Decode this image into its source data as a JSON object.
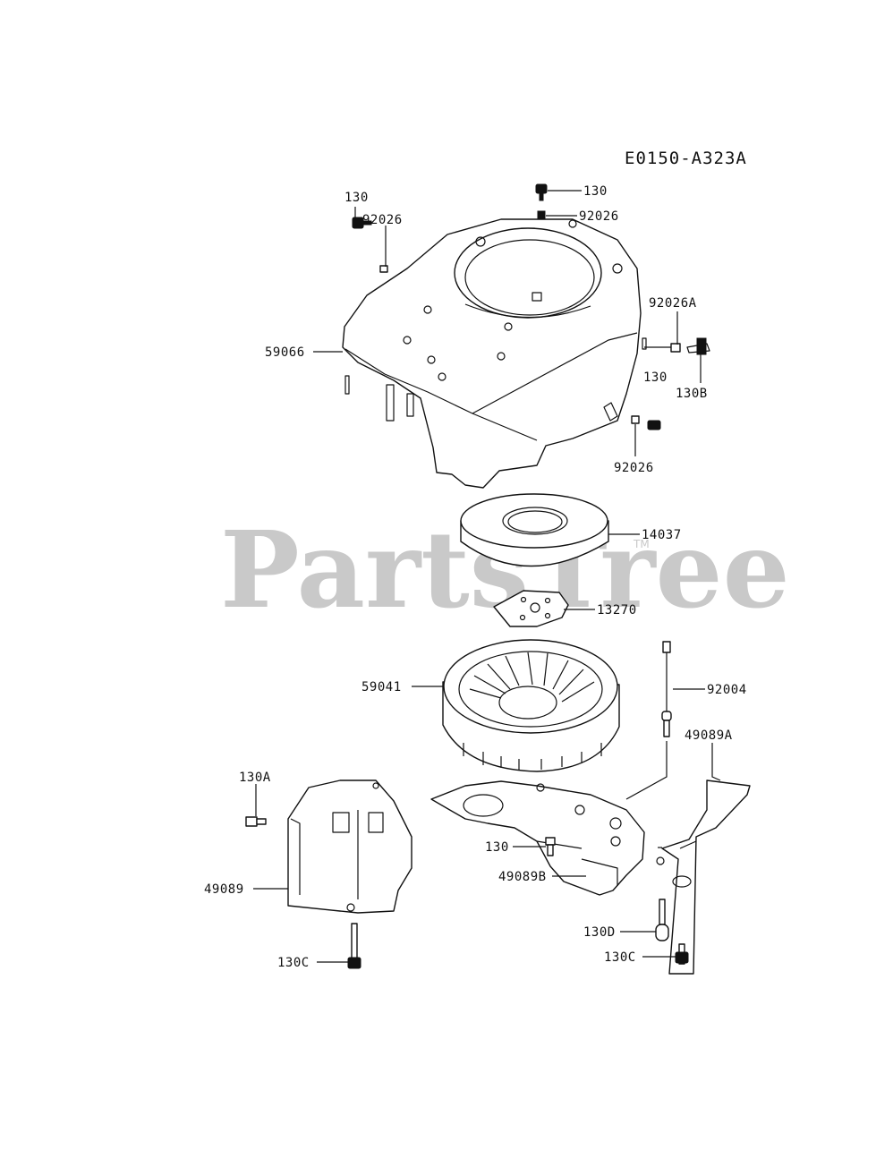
{
  "diagram_code": "E0150-A323A",
  "watermark": "PartsTree",
  "watermark_tm": "TM",
  "callouts": [
    {
      "id": "c-130-top",
      "text": "130"
    },
    {
      "id": "c-92026-top",
      "text": "92026"
    },
    {
      "id": "c-130-left",
      "text": "130"
    },
    {
      "id": "c-92026-left",
      "text": "92026"
    },
    {
      "id": "c-92026a",
      "text": "92026A"
    },
    {
      "id": "c-130-right",
      "text": "130"
    },
    {
      "id": "c-130b",
      "text": "130B"
    },
    {
      "id": "c-59066",
      "text": "59066"
    },
    {
      "id": "c-92026-right",
      "text": "92026"
    },
    {
      "id": "c-14037",
      "text": "14037"
    },
    {
      "id": "c-13270",
      "text": "13270"
    },
    {
      "id": "c-59041",
      "text": "59041"
    },
    {
      "id": "c-92004",
      "text": "92004"
    },
    {
      "id": "c-49089a",
      "text": "49089A"
    },
    {
      "id": "c-130a",
      "text": "130A"
    },
    {
      "id": "c-130-mid",
      "text": "130"
    },
    {
      "id": "c-49089",
      "text": "49089"
    },
    {
      "id": "c-49089b",
      "text": "49089B"
    },
    {
      "id": "c-130d",
      "text": "130D"
    },
    {
      "id": "c-130c-left",
      "text": "130C"
    },
    {
      "id": "c-130c-right",
      "text": "130C"
    }
  ]
}
